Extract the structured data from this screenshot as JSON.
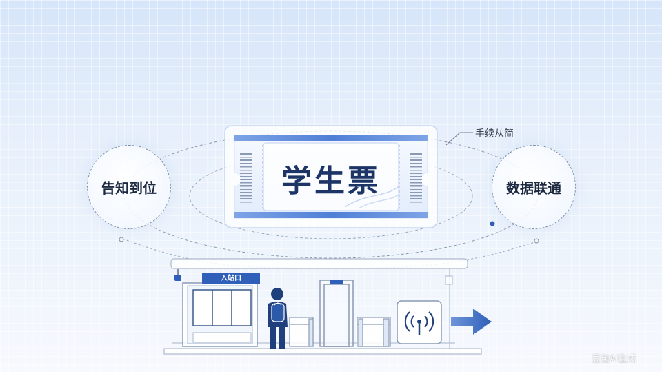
{
  "ticket": {
    "title": "学生票"
  },
  "nodes": {
    "left": "告知到位",
    "right": "数据联通",
    "annotation": "手续从简"
  },
  "station": {
    "sign": "入站口"
  },
  "watermark": "豆包AI生成",
  "colors": {
    "accent": "#2f5fb8",
    "dark_blue": "#1c3466",
    "ticket_band": "#5b8ad8"
  }
}
